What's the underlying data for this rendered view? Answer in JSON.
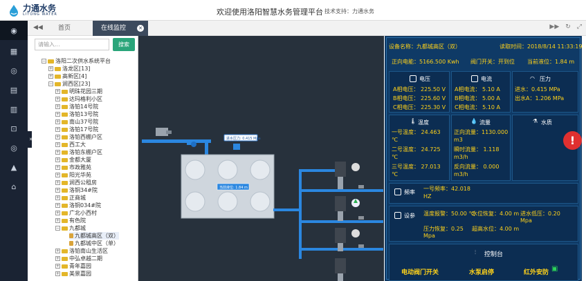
{
  "header": {
    "logo_cn": "力通水务",
    "logo_en": "LITONG WATER",
    "site_title": "欢迎使用洛阳智慧水务管理平台",
    "support": "技术支持：力通水务"
  },
  "nav_icons": [
    "target-icon",
    "building-icon",
    "location-icon",
    "report-icon",
    "book-icon",
    "pump-icon",
    "settings-icon",
    "thumbsup-icon",
    "home-icon"
  ],
  "tabs": {
    "home": "首页",
    "active": "在线监控"
  },
  "search": {
    "placeholder": "请输入...",
    "button": "搜索"
  },
  "tree": [
    {
      "label": "洛阳二次供水系统平台",
      "level": 0,
      "type": "folder",
      "toggle": "−"
    },
    {
      "label": "洛龙区[13]",
      "level": 1,
      "type": "folder",
      "toggle": "+"
    },
    {
      "label": "高新区[4]",
      "level": 1,
      "type": "folder",
      "toggle": "+"
    },
    {
      "label": "涧西区[23]",
      "level": 1,
      "type": "folder",
      "toggle": "−"
    },
    {
      "label": "明珠花园三期",
      "level": 2,
      "type": "folder",
      "toggle": "+"
    },
    {
      "label": "达玛格利小区",
      "level": 2,
      "type": "folder",
      "toggle": "+"
    },
    {
      "label": "洛铂14号院",
      "level": 2,
      "type": "folder",
      "toggle": "+"
    },
    {
      "label": "洛铂13号院",
      "level": 2,
      "type": "folder",
      "toggle": "+"
    },
    {
      "label": "南山37号院",
      "level": 2,
      "type": "folder",
      "toggle": "+"
    },
    {
      "label": "洛铂17号院",
      "level": 2,
      "type": "folder",
      "toggle": "+"
    },
    {
      "label": "洛铂西棚户区",
      "level": 2,
      "type": "folder",
      "toggle": "+"
    },
    {
      "label": "西工大",
      "level": 2,
      "type": "folder",
      "toggle": "+"
    },
    {
      "label": "洛铂东棚户区",
      "level": 2,
      "type": "folder",
      "toggle": "+"
    },
    {
      "label": "金都大厦",
      "level": 2,
      "type": "folder",
      "toggle": "+"
    },
    {
      "label": "市政雅苑",
      "level": 2,
      "type": "folder",
      "toggle": "+"
    },
    {
      "label": "阳光华苑",
      "level": 2,
      "type": "folder",
      "toggle": "+"
    },
    {
      "label": "涧西公租房",
      "level": 2,
      "type": "folder",
      "toggle": "+"
    },
    {
      "label": "洛铜34#院",
      "level": 2,
      "type": "folder",
      "toggle": "+"
    },
    {
      "label": "正商城",
      "level": 2,
      "type": "folder",
      "toggle": "+"
    },
    {
      "label": "洛铜034#院",
      "level": 2,
      "type": "folder",
      "toggle": "+"
    },
    {
      "label": "广北小西村",
      "level": 2,
      "type": "folder",
      "toggle": "+"
    },
    {
      "label": "有色院",
      "level": 2,
      "type": "folder",
      "toggle": "+"
    },
    {
      "label": "九都城",
      "level": 2,
      "type": "folder",
      "toggle": "−"
    },
    {
      "label": "九都城高区（双）",
      "level": 3,
      "type": "file",
      "toggle": "",
      "selected": true
    },
    {
      "label": "九都城中区（单）",
      "level": 3,
      "type": "file",
      "toggle": ""
    },
    {
      "label": "洛铂南山生活区",
      "level": 2,
      "type": "folder",
      "toggle": "+"
    },
    {
      "label": "中弘卓越二期",
      "level": 2,
      "type": "folder",
      "toggle": "+"
    },
    {
      "label": "青年嘉园",
      "level": 2,
      "type": "folder",
      "toggle": "+"
    },
    {
      "label": "美景嘉园",
      "level": 2,
      "type": "folder",
      "toggle": "+"
    }
  ],
  "scada": {
    "pressure_tag": "进水压力: 0.415 Mpa",
    "level_tag": "当前液位: 1.84 m"
  },
  "device": {
    "name": "设备名称：九都城高区（双）",
    "read_time": "读取时间：2018/8/14 11:33:19",
    "energy": "正向电能：5166.500 Kwh",
    "valve": "阀门开关：开到位",
    "level": "当前液位：1.84 m"
  },
  "voltage": {
    "title": "电压",
    "a": "A相电压： 225.50 V",
    "b": "B相电压： 225.60 V",
    "c": "C相电压： 225.30 V"
  },
  "current": {
    "title": "电流",
    "a": "A相电流： 5.10 A",
    "b": "B相电流： 5.00 A",
    "c": "C相电流： 5.10 A"
  },
  "pressure": {
    "title": "压力",
    "in": "进水：0.415 MPa",
    "out": "出水A：1.206 MPa"
  },
  "temperature": {
    "title": "温度",
    "lines": [
      "一号温度： 24.463",
      "℃",
      "二号温度： 24.725",
      "℃",
      "三号温度： 27.013",
      "℃"
    ]
  },
  "flow": {
    "title": "流量",
    "lines": [
      "正向流量：1130.000",
      "m3",
      "瞬时流量： 1.118",
      "m3/h",
      "反向流量： 0.000",
      "m3/h"
    ]
  },
  "quality": {
    "title": "水质"
  },
  "frequency": {
    "title": "频率",
    "line1": "一号频率：42.018",
    "line2": "HZ"
  },
  "settings": {
    "title": "设参",
    "temp_alarm": "温度报警：50.00 ℃",
    "level_restore": "水位恢复：4.00 m",
    "inlet_low": "进水低压：0.20",
    "inlet_low_unit": "Mpa",
    "press_restore": "压力恢复：0.25",
    "press_restore_unit": "Mpa",
    "overhigh_level": "超高水位：4.00 m"
  },
  "console": {
    "title": "控制台",
    "valve_switch": "电动阀门开关",
    "pump_start": "水泵启停",
    "ir_guard": "红外安防"
  },
  "alert": "!"
}
